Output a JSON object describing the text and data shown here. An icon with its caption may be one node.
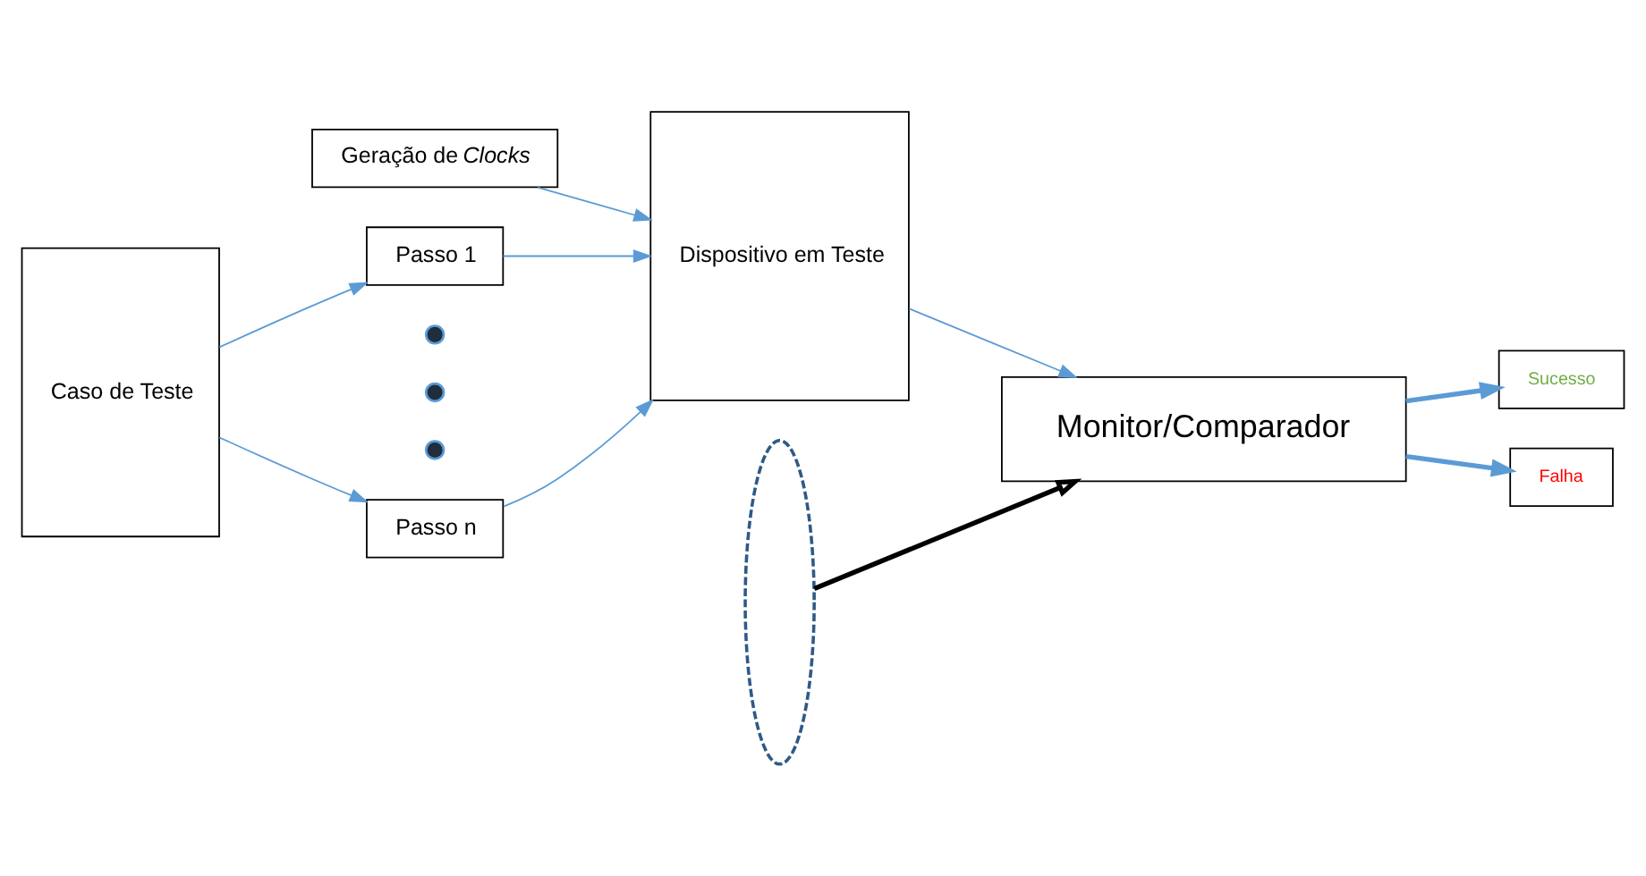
{
  "diagram": {
    "nodes": [
      {
        "text": [
          "Sucesso"
        ]
      },
      {
        "text": [
          "Falha"
        ]
      },
      {
        "text": [
          "Monitor/Comparador"
        ]
      },
      {
        "text": [
          "Caso de Teste"
        ]
      },
      {
        "text": [
          "Geração de *Clocks*"
        ]
      },
      {
        "text": [
          "Passo 1"
        ]
      },
      {
        "text": [],
        "shape": "circle"
      },
      {
        "text": [],
        "shape": "circle"
      },
      {
        "text": [],
        "shape": "circle"
      },
      {
        "text": [
          "Passo n"
        ]
      },
      {
        "text": [
          "Dispositivo em Teste"
        ]
      },
      {
        "text": [],
        "shape": "ellipse"
      }
    ],
    "edges": [
      {
        "from": 2,
        "to": 0,
        "arrow": "to",
        "style": "thick"
      },
      {
        "from": 2,
        "to": 1,
        "arrow": "to",
        "style": "thick"
      },
      {
        "from": 3,
        "to": 5,
        "arrow": "to"
      },
      {
        "from": 3,
        "to": 9,
        "arrow": "to"
      },
      {
        "from": 4,
        "to": 10,
        "arrow": "to"
      },
      {
        "from": 5,
        "to": 10,
        "arrow": "to"
      },
      {
        "from": 9,
        "to": 10,
        "arrow": "to"
      },
      {
        "from": 10,
        "to": 2,
        "arrow": "to"
      },
      {
        "from": 11,
        "to": 2,
        "arrow": "to",
        "style": "thick",
        "color": "#000000"
      }
    ]
  }
}
